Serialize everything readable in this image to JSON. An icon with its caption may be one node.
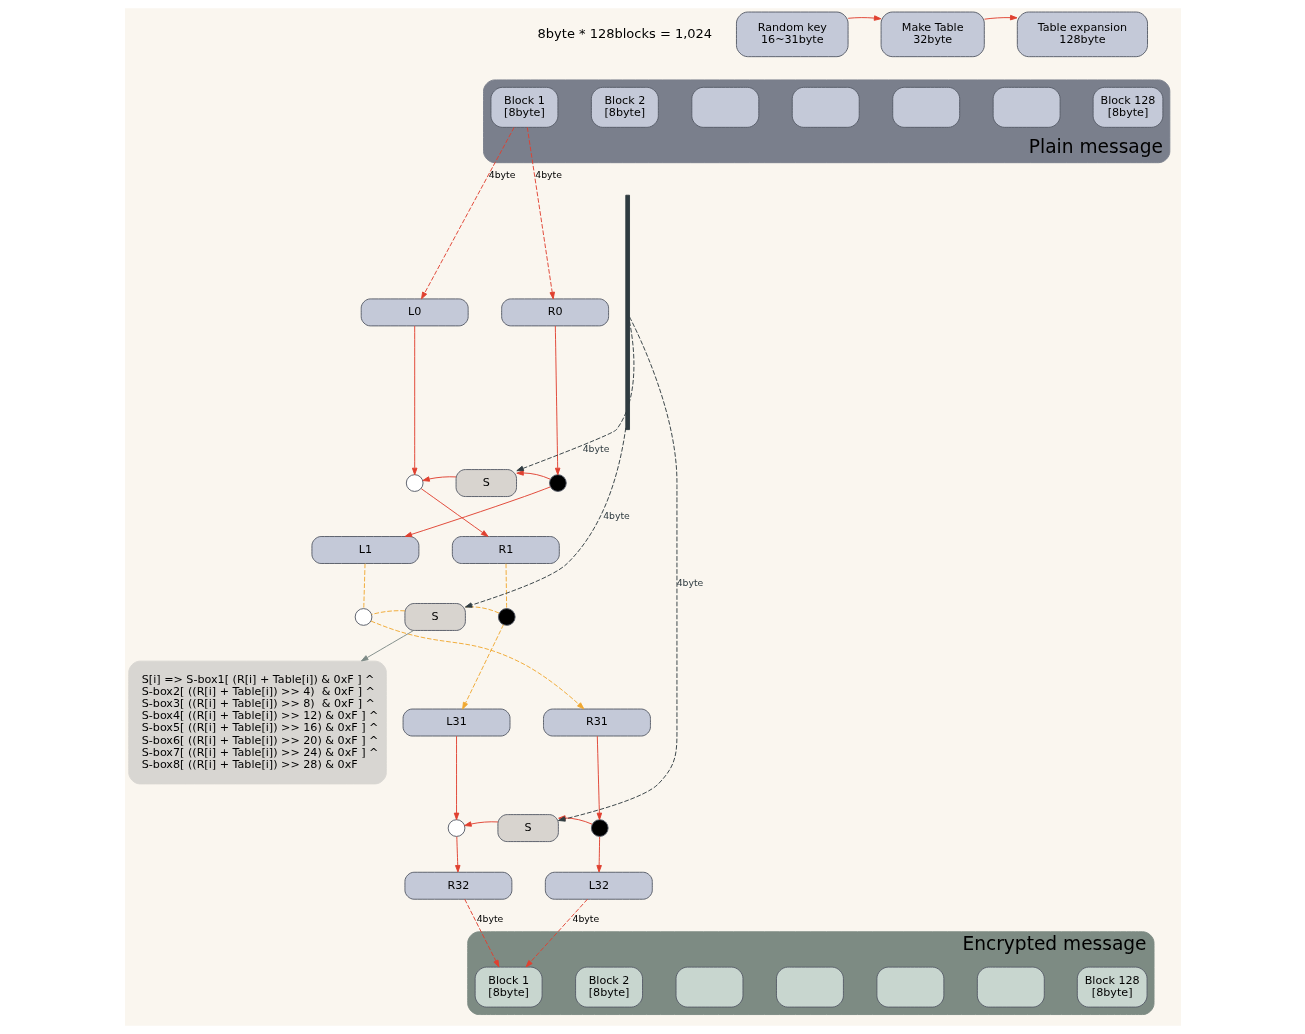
{
  "diagram": {
    "nodes": [
      {
        "text": [
          "Random key",
          "16~31byte"
        ]
      },
      {
        "text": [
          "Make Table",
          "32byte"
        ]
      },
      {
        "text": [
          "Table expansion",
          "128byte"
        ]
      },
      {
        "text": [
          "Plain message"
        ]
      },
      {
        "text": [
          "Block 1",
          "[8byte]"
        ],
        "in": 3
      },
      {
        "text": [
          "Block 2",
          "[8byte]"
        ],
        "in": 3
      },
      {
        "text": [],
        "shape": "box",
        "in": 3
      },
      {
        "text": [],
        "shape": "box",
        "in": 3
      },
      {
        "text": [],
        "shape": "box",
        "in": 3
      },
      {
        "text": [],
        "shape": "box",
        "in": 3
      },
      {
        "text": [
          "Block 128",
          "[8byte]"
        ],
        "in": 3
      },
      {
        "text": [
          "L0"
        ]
      },
      {
        "text": [
          "R0"
        ]
      },
      {
        "text": [],
        "shape": "circle"
      },
      {
        "text": [
          "S"
        ]
      },
      {
        "text": [],
        "shape": "circle"
      },
      {
        "text": [
          "L1"
        ]
      },
      {
        "text": [
          "R1"
        ]
      },
      {
        "text": [],
        "shape": "circle"
      },
      {
        "text": [
          "S"
        ]
      },
      {
        "text": [],
        "shape": "circle"
      },
      {
        "text": [
          "L31"
        ]
      },
      {
        "text": [
          "R31"
        ]
      },
      {
        "text": [],
        "shape": "circle"
      },
      {
        "text": [
          "S"
        ]
      },
      {
        "text": [],
        "shape": "circle"
      },
      {
        "text": [
          "R32"
        ]
      },
      {
        "text": [
          "L32"
        ]
      },
      {
        "text": [
          "Encrypted message"
        ]
      },
      {
        "text": [
          "Block 1",
          "[8byte]"
        ],
        "in": 28
      },
      {
        "text": [
          "Block 2",
          "[8byte]"
        ],
        "in": 28
      },
      {
        "text": [],
        "shape": "box",
        "in": 28
      },
      {
        "text": [],
        "shape": "box",
        "in": 28
      },
      {
        "text": [],
        "shape": "box",
        "in": 28
      },
      {
        "text": [],
        "shape": "box",
        "in": 28
      },
      {
        "text": [
          "Block 128",
          "[8byte]"
        ],
        "in": 28
      },
      {
        "text": [
          "S[i] => S-box1[ (R[i] + Table[i]) & 0xF ] ^",
          "S-box2[ ((R[i] + Table[i]) >> 4)  & 0xF ] ^",
          "S-box3[ ((R[i] + Table[i]) >> 8)  & 0xF ] ^",
          "S-box4[ ((R[i] + Table[i]) >> 12) & 0xF ] ^",
          "S-box5[ ((R[i] + Table[i]) >> 16) & 0xF ] ^",
          "S-box6[ ((R[i] + Table[i]) >> 20) & 0xF ] ^",
          "S-box7[ ((R[i] + Table[i]) >> 24) & 0xF ] ^",
          "S-box8[ ((R[i] + Table[i]) >> 28) & 0xF"
        ]
      },
      {
        "text": [],
        "shape": "bar"
      }
    ],
    "edges": [
      {
        "from": 0,
        "to": 1,
        "arrow": "to"
      },
      {
        "from": 1,
        "to": 2,
        "arrow": "to"
      },
      {
        "from": 4,
        "to": 11,
        "arrow": "to",
        "label": "4byte",
        "style": "dashed"
      },
      {
        "from": 4,
        "to": 12,
        "arrow": "to",
        "label": "4byte",
        "style": "dashed"
      },
      {
        "from": 37,
        "to": 14,
        "arrow": "to",
        "label": "4byte",
        "style": "dashed",
        "color": "#2f3b40"
      },
      {
        "from": 11,
        "to": 13,
        "arrow": "to"
      },
      {
        "from": 12,
        "to": 15,
        "arrow": "to"
      },
      {
        "from": 15,
        "to": 14,
        "arrow": "to"
      },
      {
        "from": 14,
        "to": 13,
        "arrow": "to"
      },
      {
        "from": 13,
        "to": 17,
        "arrow": "to"
      },
      {
        "from": 15,
        "to": 16,
        "arrow": "to"
      },
      {
        "from": 37,
        "to": 19,
        "arrow": "to",
        "label": "4byte",
        "style": "dashed",
        "color": "#2f3b40"
      },
      {
        "from": 19,
        "to": 36,
        "arrow": "to",
        "color": "#7d8a86"
      },
      {
        "from": 16,
        "to": 18,
        "arrow": "none",
        "style": "dashed",
        "color": "#f0a830"
      },
      {
        "from": 17,
        "to": 20,
        "arrow": "none",
        "style": "dashed",
        "color": "#f0a830"
      },
      {
        "from": 20,
        "to": 19,
        "arrow": "none",
        "style": "dashed",
        "color": "#f0a830"
      },
      {
        "from": 19,
        "to": 18,
        "arrow": "none",
        "style": "dashed",
        "color": "#f0a830"
      },
      {
        "from": 18,
        "to": 22,
        "arrow": "to",
        "style": "dashed",
        "color": "#f0a830"
      },
      {
        "from": 20,
        "to": 21,
        "arrow": "to",
        "style": "dashed",
        "color": "#f0a830"
      },
      {
        "from": 37,
        "to": 24,
        "arrow": "to",
        "label": "4byte",
        "style": "dashed",
        "color": "#2f3b40"
      },
      {
        "from": 21,
        "to": 23,
        "arrow": "to"
      },
      {
        "from": 22,
        "to": 25,
        "arrow": "to"
      },
      {
        "from": 25,
        "to": 24,
        "arrow": "to"
      },
      {
        "from": 24,
        "to": 23,
        "arrow": "to"
      },
      {
        "from": 23,
        "to": 26,
        "arrow": "to"
      },
      {
        "from": 25,
        "to": 27,
        "arrow": "to"
      },
      {
        "from": 26,
        "to": 29,
        "arrow": "to",
        "label": "4byte",
        "style": "dashed"
      },
      {
        "from": 27,
        "to": 29,
        "arrow": "to",
        "label": "4byte",
        "style": "dashed"
      }
    ],
    "labels": [
      "8byte * 128blocks = 1,024"
    ]
  }
}
